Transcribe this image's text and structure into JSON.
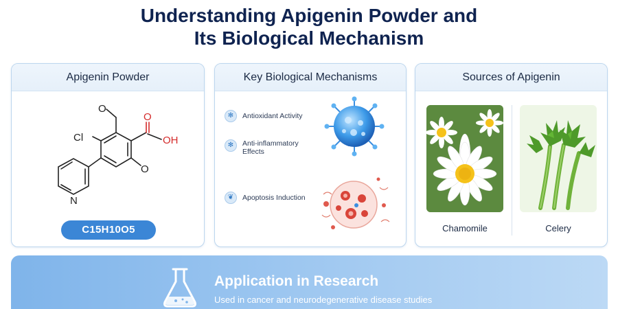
{
  "title": {
    "line1": "Understanding Apigenin Powder and",
    "line2": "Its Biological Mechanism"
  },
  "powder_card": {
    "heading": "Apigenin Powder",
    "formula": "C15H10O5",
    "structure_labels": {
      "cl": "Cl",
      "o_top": "O",
      "o_carbonyl": "O",
      "oh": "OH",
      "o_bottom": "O",
      "n": "N"
    }
  },
  "mechanism_card": {
    "heading": "Key Biological Mechanisms",
    "items": [
      {
        "label_lines": [
          "Antioxidant Activity"
        ],
        "icon": "snowflake-icon"
      },
      {
        "label_lines": [
          "Anti-inflammatory",
          "Effects"
        ],
        "icon": "snowflake-icon"
      },
      {
        "label_lines": [
          "Apoptosis Induction"
        ],
        "icon": "leaf-icon"
      }
    ]
  },
  "sources_card": {
    "heading": "Sources of Apigenin",
    "items": [
      {
        "label": "Chamomile",
        "icon": "chamomile-flower-image"
      },
      {
        "label": "Celery",
        "icon": "celery-image"
      }
    ]
  },
  "banner": {
    "title": "Application in Research",
    "subtitle": "Used in cancer and neurodegenerative disease studies",
    "icon": "flask-icon"
  },
  "colors": {
    "title": "#0f2350",
    "accent": "#3b86d6",
    "card_border": "#bcd6ee",
    "oxygen_red": "#d42a2a",
    "banner": "#7fb4ea"
  }
}
